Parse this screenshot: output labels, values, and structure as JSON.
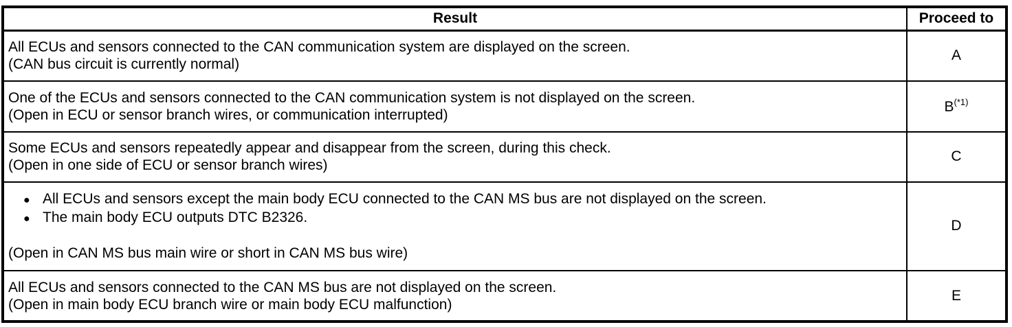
{
  "colors": {
    "border": "#000000",
    "background": "#ffffff",
    "text": "#000000"
  },
  "icons": {
    "bullet": "●"
  },
  "table": {
    "header": {
      "result_label": "Result",
      "proceed_label": "Proceed to"
    },
    "rows": [
      {
        "line1": "All ECUs and sensors connected to the CAN communication system are displayed on the screen.",
        "line2": "(CAN bus circuit is currently normal)",
        "proceed": "A"
      },
      {
        "line1": "One of the ECUs and sensors connected to the CAN communication system is not displayed on the screen.",
        "line2": "(Open in ECU or sensor branch wires, or communication interrupted)",
        "proceed": "B",
        "proceed_sup": "(*1)"
      },
      {
        "line1": "Some ECUs and sensors repeatedly appear and disappear from the screen, during this check.",
        "line2": "(Open in one side of ECU or sensor branch wires)",
        "proceed": "C"
      },
      {
        "bullet1": "All ECUs and sensors except the main body ECU connected to the CAN MS bus are not displayed on the screen.",
        "bullet2": "The main body ECU outputs DTC B2326.",
        "line2": "(Open in CAN MS bus main wire or short in CAN MS bus wire)",
        "proceed": "D"
      },
      {
        "line1": "All ECUs and sensors connected to the CAN MS bus are not displayed on the screen.",
        "line2": "(Open in main body ECU branch wire or main body ECU malfunction)",
        "proceed": "E"
      }
    ]
  }
}
